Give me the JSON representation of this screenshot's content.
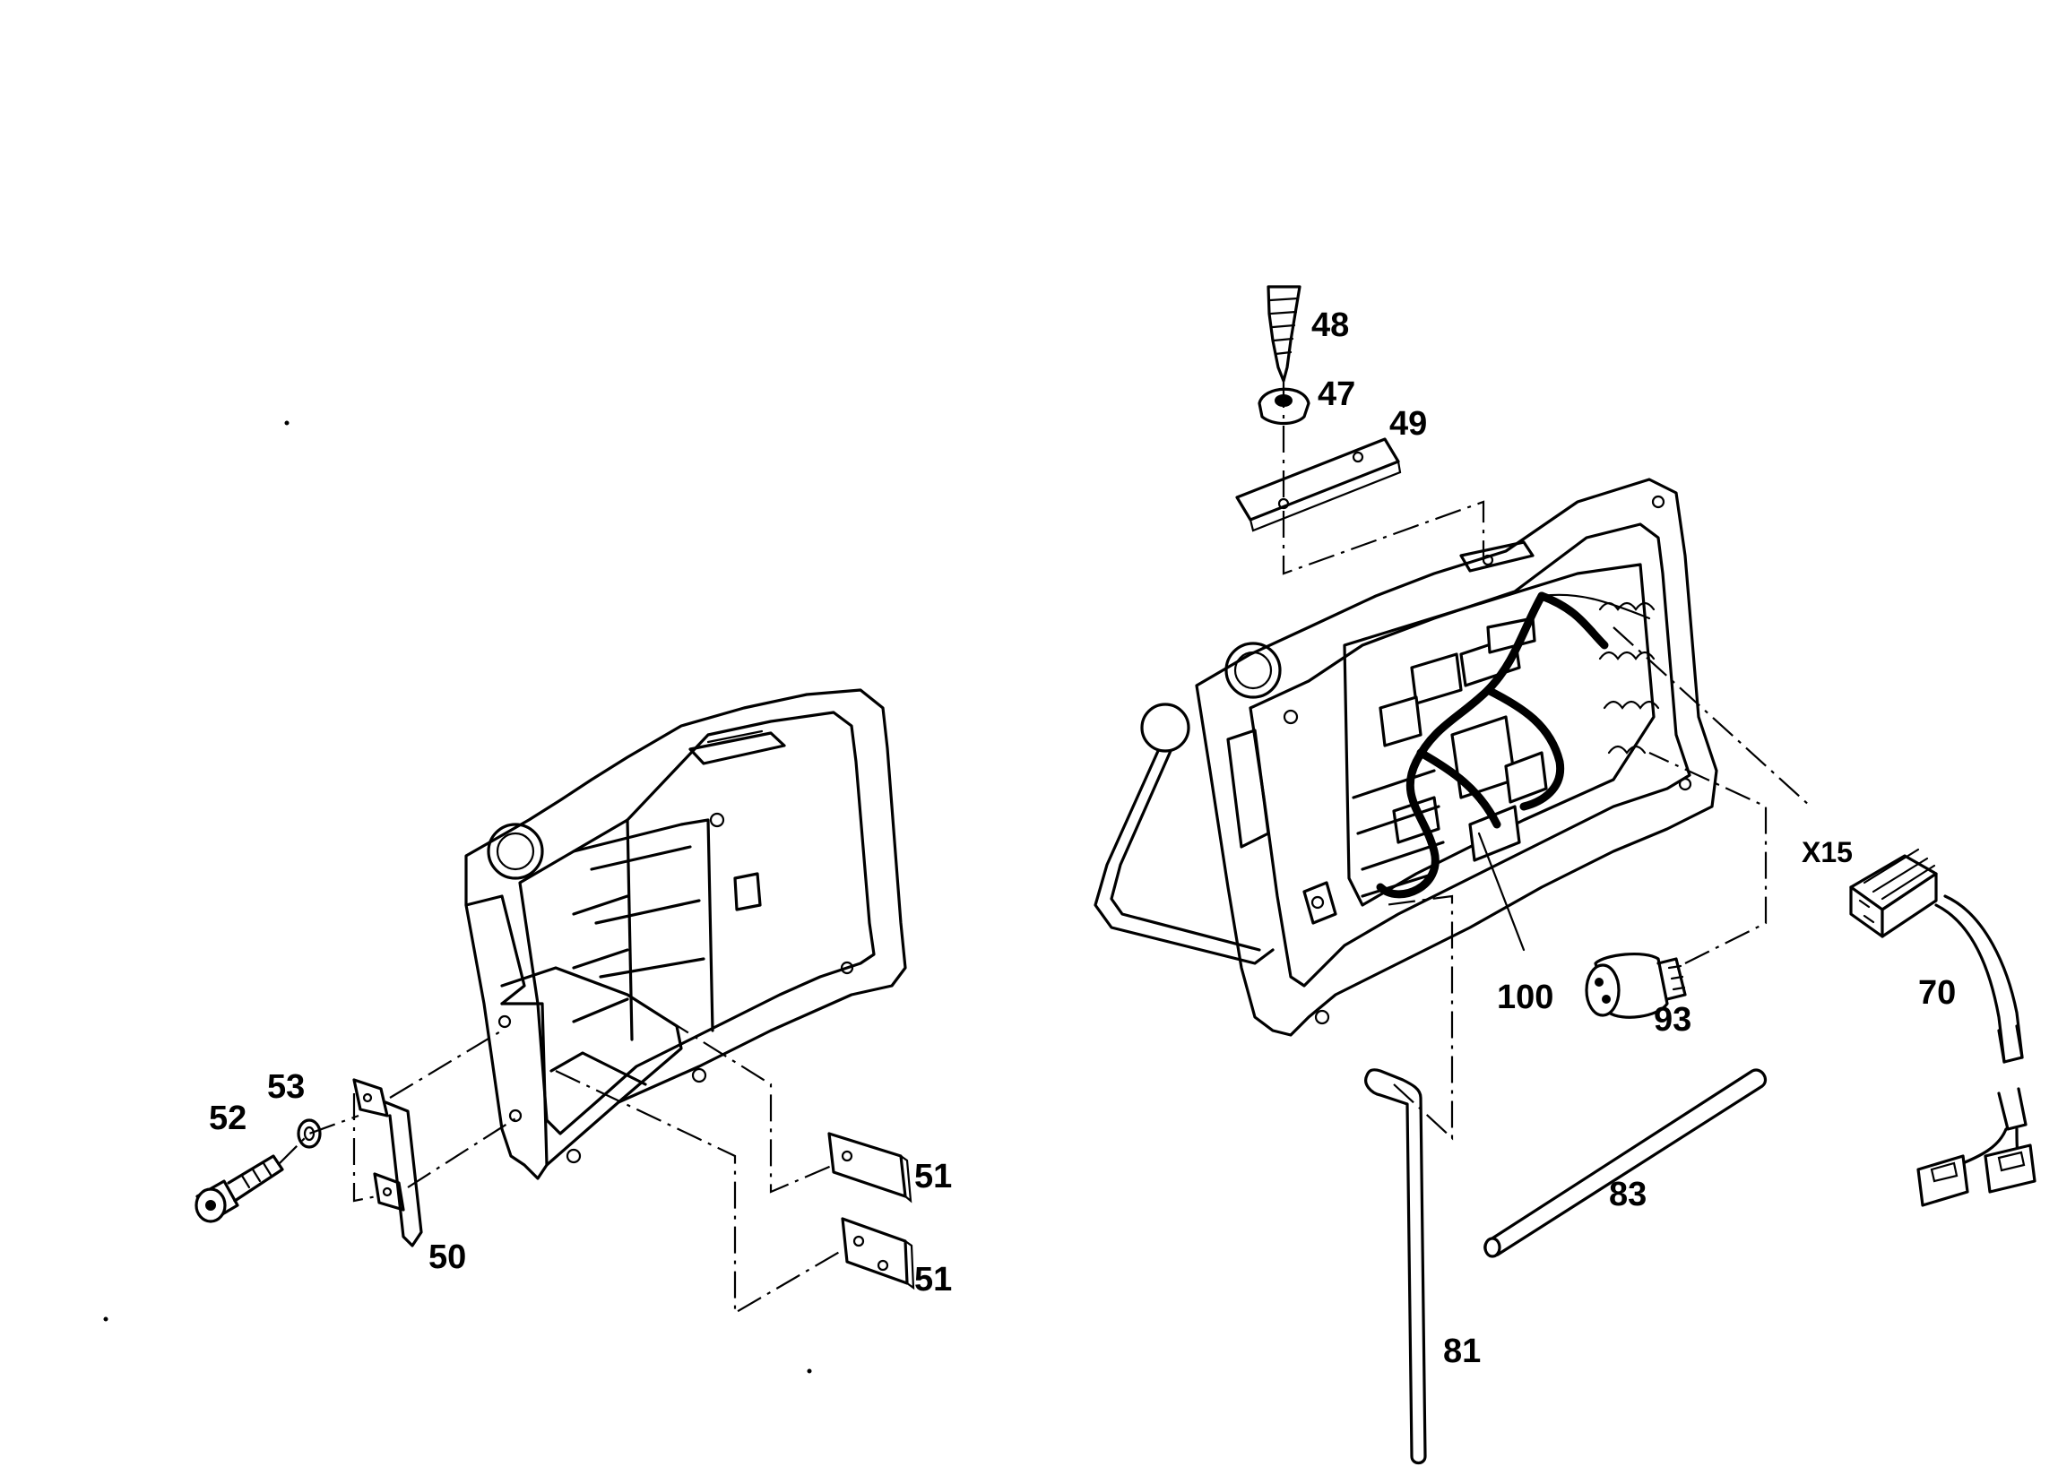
{
  "labels": {
    "p47": "47",
    "p48": "48",
    "p49": "49",
    "p50": "50",
    "p51a": "51",
    "p51b": "51",
    "p52": "52",
    "p53": "53",
    "p70": "70",
    "p81": "81",
    "p83": "83",
    "p93": "93",
    "p100": "100",
    "x15": "X15"
  }
}
